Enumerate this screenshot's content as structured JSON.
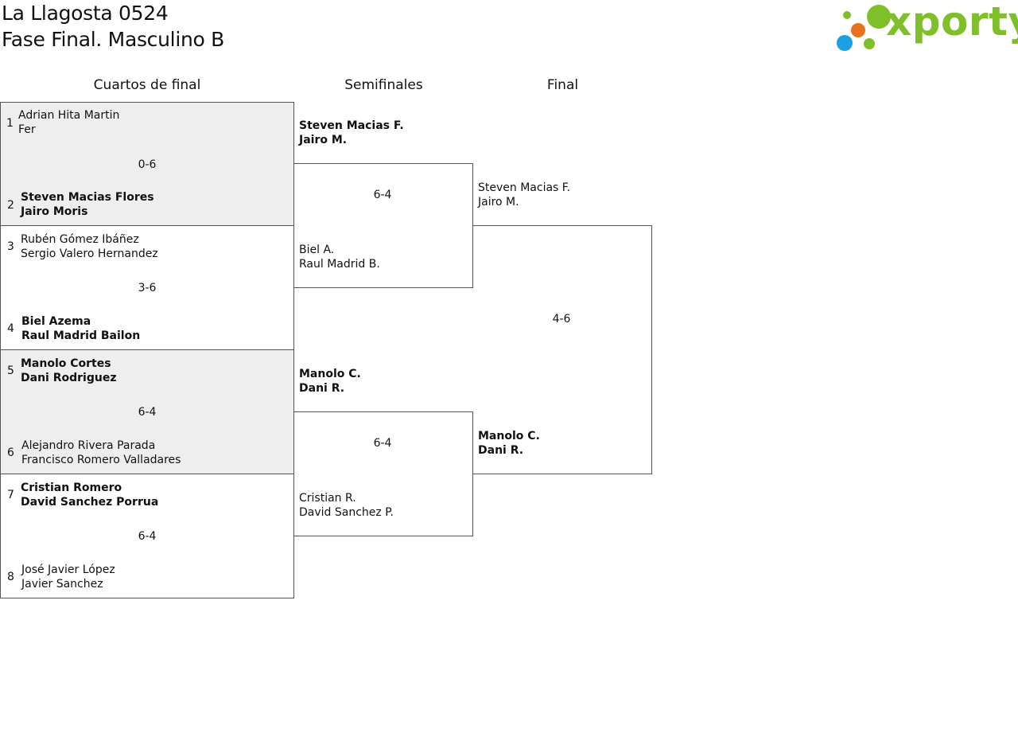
{
  "header": {
    "tournament": "La Llagosta 0524",
    "phase": "Fase Final. Masculino B"
  },
  "logo": {
    "text": "xporty",
    "colors": {
      "green": "#7fbf2a",
      "orange": "#e8711c",
      "blue": "#1ba0e2"
    }
  },
  "rounds": [
    "Cuartos de final",
    "Semifinales",
    "Final"
  ],
  "quarterfinals": [
    {
      "seed_a": "1",
      "a1": "Adrian Hita Martin",
      "a2": "Fer",
      "score": "0-6",
      "seed_b": "2",
      "b1": "Steven Macias Flores",
      "b2": "Jairo Moris",
      "winner": "b"
    },
    {
      "seed_a": "3",
      "a1": "Rubén Gómez Ibáñez",
      "a2": "Sergio Valero Hernandez",
      "score": "3-6",
      "seed_b": "4",
      "b1": "Biel Azema",
      "b2": "Raul Madrid Bailon",
      "winner": "b"
    },
    {
      "seed_a": "5",
      "a1": "Manolo Cortes",
      "a2": "Dani Rodriguez",
      "score": "6-4",
      "seed_b": "6",
      "b1": "Alejandro Rivera Parada",
      "b2": "Francisco Romero Valladares",
      "winner": "a"
    },
    {
      "seed_a": "7",
      "a1": "Cristian Romero",
      "a2": "David Sanchez Porrua",
      "score": "6-4",
      "seed_b": "8",
      "b1": "José Javier López",
      "b2": "Javier Sanchez",
      "winner": "a"
    }
  ],
  "semifinals": [
    {
      "a1": "Steven Macias F.",
      "a2": "Jairo M.",
      "score": "6-4",
      "b1": "Biel A.",
      "b2": "Raul Madrid B.",
      "winner": "a"
    },
    {
      "a1": "Manolo C.",
      "a2": "Dani R.",
      "score": "6-4",
      "b1": "Cristian R.",
      "b2": "David Sanchez P.",
      "winner": "a"
    }
  ],
  "final": {
    "a1": "Steven Macias F.",
    "a2": "Jairo M.",
    "score": "4-6",
    "b1": "Manolo C.",
    "b2": "Dani R.",
    "winner": "b"
  }
}
